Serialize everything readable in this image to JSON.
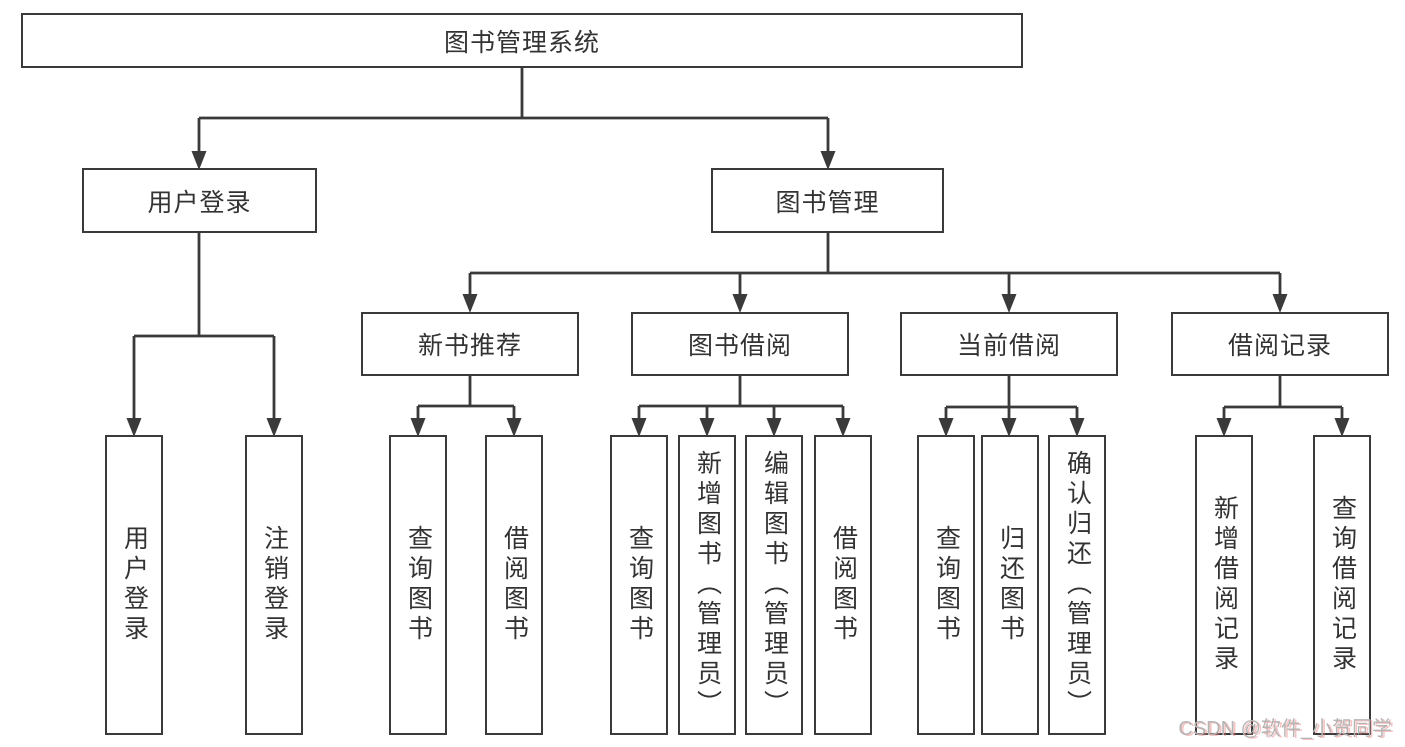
{
  "nodes": {
    "root": "图书管理系统",
    "level2": [
      "用户登录",
      "图书管理"
    ],
    "level3": [
      "新书推荐",
      "图书借阅",
      "当前借阅",
      "借阅记录"
    ],
    "leaves_user_login": [
      "用户登录",
      "注销登录"
    ],
    "leaves_new_books": [
      "查询图书",
      "借阅图书"
    ],
    "leaves_book_borrow": [
      "查询图书",
      "新增图书（管理员）",
      "编辑图书（管理员）",
      "借阅图书"
    ],
    "leaves_current_borrow": [
      "查询图书",
      "归还图书",
      "确认归还（管理员）"
    ],
    "leaves_borrow_records": [
      "新增借阅记录",
      "查询借阅记录"
    ]
  },
  "watermark": "CSDN @软件_小贺同学",
  "colors": {
    "line": "#3a3a3a",
    "text": "#333333",
    "watermark_gray": "#b5b5b5",
    "watermark_shadow": "#eb7878"
  }
}
